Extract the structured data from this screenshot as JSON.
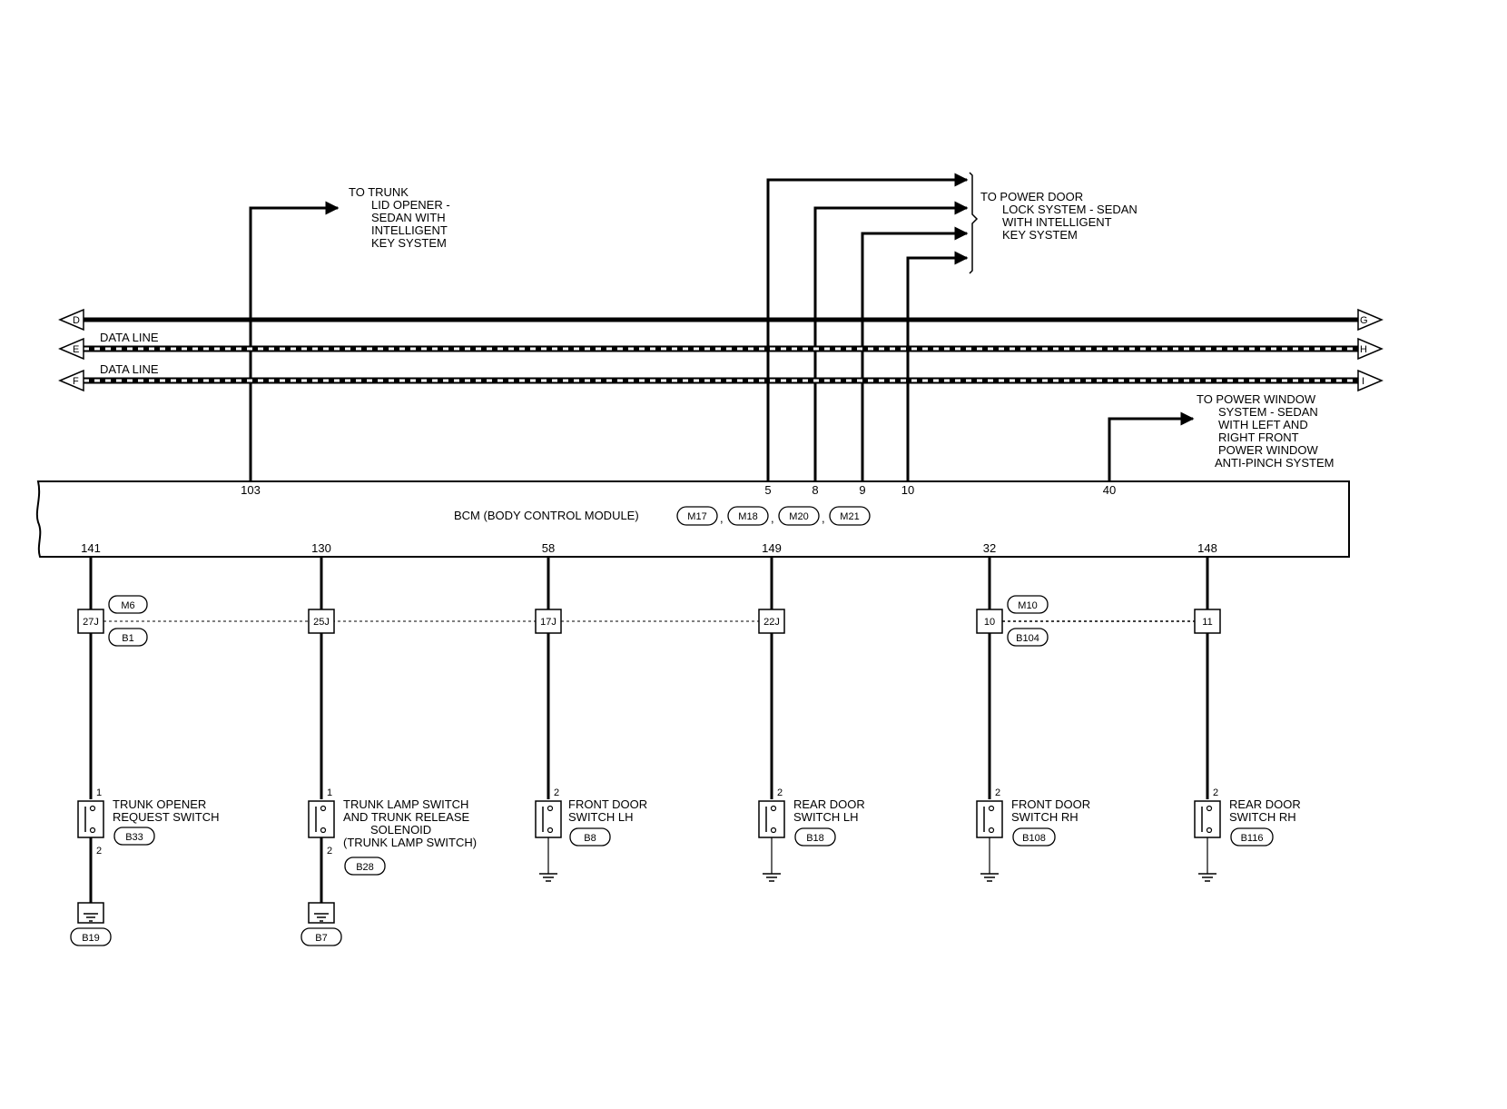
{
  "trunk_opener": {
    "pin": "103",
    "label": [
      "TO TRUNK",
      "LID OPENER -",
      "SEDAN WITH",
      "INTELLIGENT",
      "KEY SYSTEM"
    ]
  },
  "power_door_lock": {
    "pins": [
      "5",
      "8",
      "9",
      "10"
    ],
    "label": [
      "TO POWER DOOR",
      "LOCK SYSTEM - SEDAN",
      "WITH INTELLIGENT",
      "KEY SYSTEM"
    ]
  },
  "power_window": {
    "pin": "40",
    "label": [
      "TO POWER WINDOW",
      "SYSTEM - SEDAN",
      "WITH LEFT AND",
      "RIGHT FRONT",
      "POWER WINDOW",
      "ANTI-PINCH SYSTEM"
    ]
  },
  "buses": [
    {
      "left": "D",
      "right": "G",
      "label": ""
    },
    {
      "left": "E",
      "right": "H",
      "label": "DATA LINE"
    },
    {
      "left": "F",
      "right": "I",
      "label": "DATA LINE"
    }
  ],
  "bcm": {
    "title": "BCM (BODY CONTROL MODULE)",
    "connectors": [
      "M17",
      "M18",
      "M20",
      "M21"
    ],
    "separator": ","
  },
  "bottom_pins": [
    "141",
    "130",
    "58",
    "149",
    "32",
    "148"
  ],
  "junction_connectors": {
    "left_top": "M6",
    "left_bottom": "B1",
    "right_top": "M10",
    "right_bottom": "B104",
    "terminals": [
      "27J",
      "25J",
      "17J",
      "22J",
      "10",
      "11"
    ]
  },
  "switches": [
    {
      "name": [
        "TRUNK OPENER",
        "REQUEST SWITCH"
      ],
      "connector": "B33",
      "pin_top": "1",
      "pin_bottom": "2",
      "ground_connector": "B19"
    },
    {
      "name": [
        "TRUNK LAMP SWITCH",
        "AND TRUNK RELEASE",
        "SOLENOID",
        "(TRUNK LAMP SWITCH)"
      ],
      "connector": "B28",
      "pin_top": "1",
      "pin_bottom": "2",
      "ground_connector": "B7"
    },
    {
      "name": [
        "FRONT DOOR",
        "SWITCH LH"
      ],
      "connector": "B8",
      "pin_top": "2"
    },
    {
      "name": [
        "REAR DOOR",
        "SWITCH LH"
      ],
      "connector": "B18",
      "pin_top": "2"
    },
    {
      "name": [
        "FRONT DOOR",
        "SWITCH RH"
      ],
      "connector": "B108",
      "pin_top": "2"
    },
    {
      "name": [
        "REAR DOOR",
        "SWITCH RH"
      ],
      "connector": "B116",
      "pin_top": "2"
    }
  ]
}
